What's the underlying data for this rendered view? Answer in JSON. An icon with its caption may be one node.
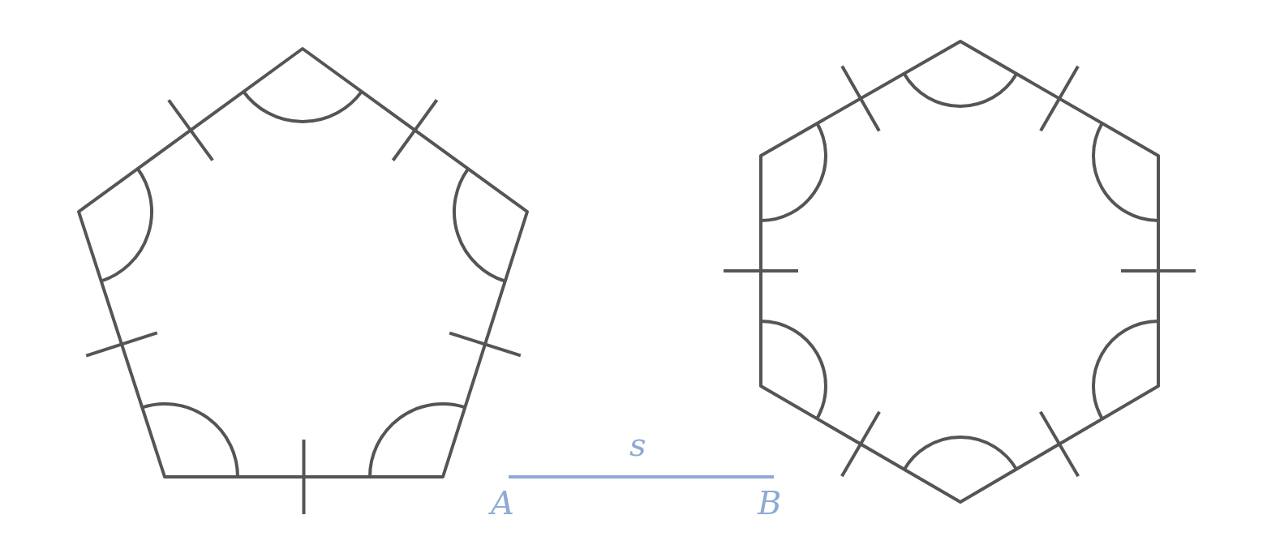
{
  "diagram": {
    "labels": [
      "s",
      "A",
      "B"
    ]
  }
}
